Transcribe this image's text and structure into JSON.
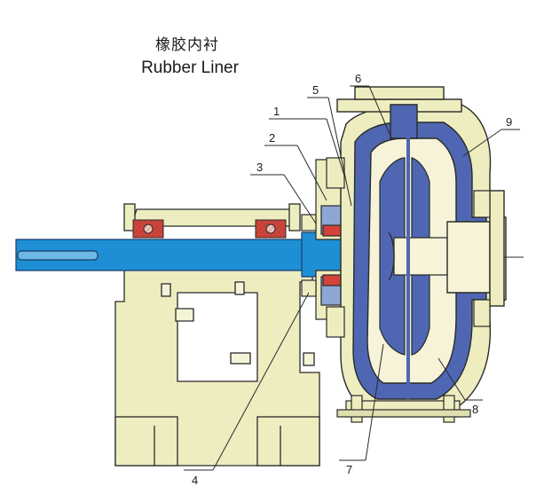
{
  "title": {
    "zh": "橡胶内衬",
    "en": "Rubber Liner"
  },
  "callouts": [
    {
      "id": "c1",
      "text": "1"
    },
    {
      "id": "c2",
      "text": "2"
    },
    {
      "id": "c3",
      "text": "3"
    },
    {
      "id": "c4",
      "text": "4"
    },
    {
      "id": "c5",
      "text": "5"
    },
    {
      "id": "c6",
      "text": "6"
    },
    {
      "id": "c7",
      "text": "7"
    },
    {
      "id": "c8",
      "text": "8"
    },
    {
      "id": "c9",
      "text": "9"
    }
  ],
  "colors": {
    "casing": "#eeedbf",
    "shaft": "#1e8fd4",
    "liner": "#4f67b2",
    "impeller": "#f6f3d8",
    "gland": "#8ea6d4",
    "bearing": "#d3433a",
    "outline": "#2a2a2a"
  }
}
